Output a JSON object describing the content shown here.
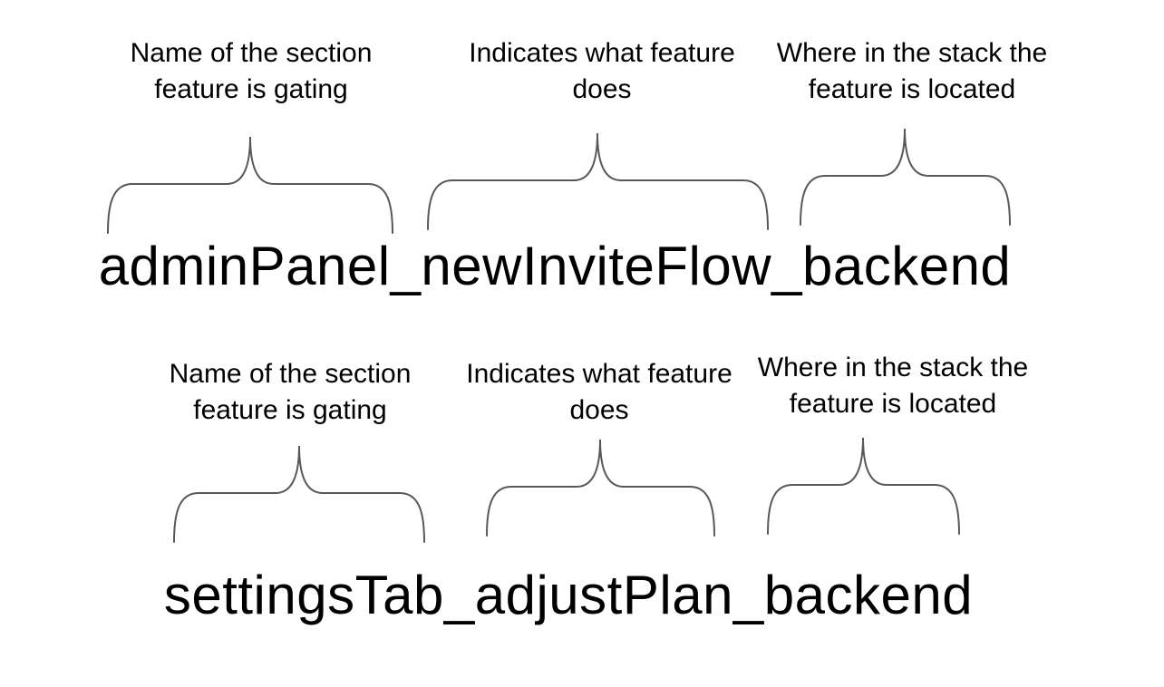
{
  "colors": {
    "text": "#000000",
    "brace": "#57585a",
    "bg": "#ffffff"
  },
  "examples": [
    {
      "flag_name": "adminPanel_newInviteFlow_backend",
      "annotations": [
        {
          "line1": "Name of the section",
          "line2": "feature is gating"
        },
        {
          "line1": "Indicates what feature",
          "line2": "does"
        },
        {
          "line1": "Where in the stack the",
          "line2": "feature is located"
        }
      ]
    },
    {
      "flag_name": "settingsTab_adjustPlan_backend",
      "annotations": [
        {
          "line1": "Name of the section",
          "line2": "feature is gating"
        },
        {
          "line1": "Indicates what feature",
          "line2": "does"
        },
        {
          "line1": "Where in the stack the",
          "line2": "feature is located"
        }
      ]
    }
  ]
}
